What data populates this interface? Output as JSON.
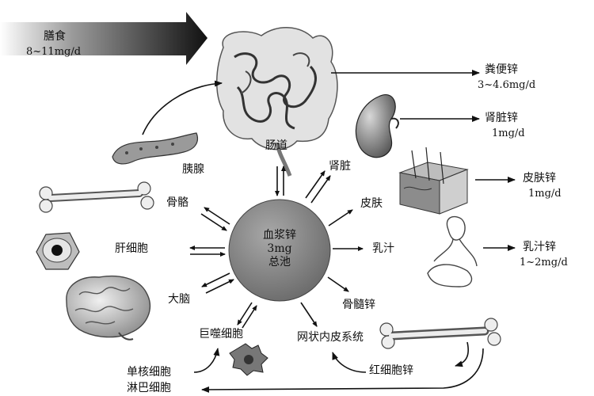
{
  "intake": {
    "title": "膳食",
    "amount": "8~11mg/d"
  },
  "pool": {
    "line1": "血浆锌",
    "line2": "3mg",
    "line3": "总池"
  },
  "organs": {
    "intestine": "肠道",
    "pancreas": "胰腺",
    "kidney": "肾脏",
    "bone": "骨骼",
    "skin": "皮肤",
    "liver": "肝细胞",
    "milk": "乳汁",
    "brain": "大脑",
    "marrow": "骨髓锌",
    "macrophage": "巨噬细胞",
    "res": "网状内皮系统",
    "rbc": "红细胞锌",
    "mono": "单核细胞",
    "lymph": "淋巴细胞"
  },
  "outputs": {
    "fecal": {
      "name": "粪便锌",
      "amount": "3~4.6mg/d"
    },
    "renal": {
      "name": "肾脏锌",
      "amount": "1mg/d"
    },
    "skin": {
      "name": "皮肤锌",
      "amount": "1mg/d"
    },
    "milk": {
      "name": "乳汁锌",
      "amount": "1~2mg/d"
    }
  }
}
